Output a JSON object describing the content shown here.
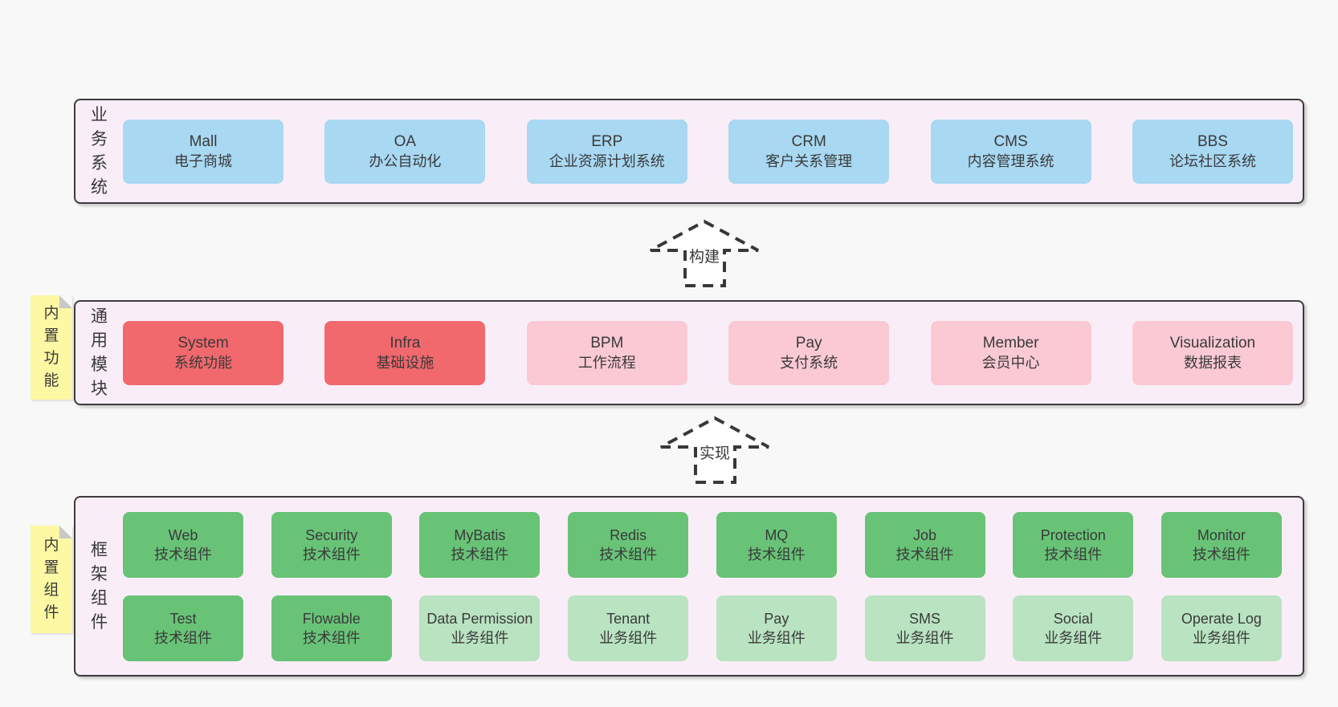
{
  "colors": {
    "page_bg": "#f8f8f8",
    "panel_bg": "#f9eef7",
    "panel_border": "#3c3c3c",
    "box_blue": "#a8d8f2",
    "box_red": "#f1686d",
    "box_pink": "#fac9d4",
    "box_green": "#68c377",
    "box_green_light": "#b9e3c1",
    "note_yellow": "#fcf8a3",
    "note_fold_gray": "#c8c8c8",
    "text": "#3a3a3a"
  },
  "layers": [
    {
      "label": "业务系统",
      "boxes": [
        {
          "name": "Mall",
          "desc": "电子商城",
          "variant": "blue"
        },
        {
          "name": "OA",
          "desc": "办公自动化",
          "variant": "blue"
        },
        {
          "name": "ERP",
          "desc": "企业资源计划系统",
          "variant": "blue"
        },
        {
          "name": "CRM",
          "desc": "客户关系管理",
          "variant": "blue"
        },
        {
          "name": "CMS",
          "desc": "内容管理系统",
          "variant": "blue"
        },
        {
          "name": "BBS",
          "desc": "论坛社区系统",
          "variant": "blue"
        }
      ]
    },
    {
      "label": "通用模块",
      "note": "内置功能",
      "boxes": [
        {
          "name": "System",
          "desc": "系统功能",
          "variant": "red"
        },
        {
          "name": "Infra",
          "desc": "基础设施",
          "variant": "red"
        },
        {
          "name": "BPM",
          "desc": "工作流程",
          "variant": "pink"
        },
        {
          "name": "Pay",
          "desc": "支付系统",
          "variant": "pink"
        },
        {
          "name": "Member",
          "desc": "会员中心",
          "variant": "pink"
        },
        {
          "name": "Visualization",
          "desc": "数据报表",
          "variant": "pink"
        }
      ]
    },
    {
      "label": "框架组件",
      "note": "内置组件",
      "rows": [
        [
          {
            "name": "Web",
            "desc": "技术组件",
            "variant": "green"
          },
          {
            "name": "Security",
            "desc": "技术组件",
            "variant": "green"
          },
          {
            "name": "MyBatis",
            "desc": "技术组件",
            "variant": "green"
          },
          {
            "name": "Redis",
            "desc": "技术组件",
            "variant": "green"
          },
          {
            "name": "MQ",
            "desc": "技术组件",
            "variant": "green"
          },
          {
            "name": "Job",
            "desc": "技术组件",
            "variant": "green"
          },
          {
            "name": "Protection",
            "desc": "技术组件",
            "variant": "green"
          },
          {
            "name": "Monitor",
            "desc": "技术组件",
            "variant": "green"
          }
        ],
        [
          {
            "name": "Test",
            "desc": "技术组件",
            "variant": "green"
          },
          {
            "name": "Flowable",
            "desc": "技术组件",
            "variant": "green"
          },
          {
            "name": "Data Permission",
            "desc": "业务组件",
            "variant": "green-light"
          },
          {
            "name": "Tenant",
            "desc": "业务组件",
            "variant": "green-light"
          },
          {
            "name": "Pay",
            "desc": "业务组件",
            "variant": "green-light"
          },
          {
            "name": "SMS",
            "desc": "业务组件",
            "variant": "green-light"
          },
          {
            "name": "Social",
            "desc": "业务组件",
            "variant": "green-light"
          },
          {
            "name": "Operate Log",
            "desc": "业务组件",
            "variant": "green-light"
          }
        ]
      ]
    }
  ],
  "arrows": [
    {
      "label": "构建"
    },
    {
      "label": "实现"
    }
  ]
}
